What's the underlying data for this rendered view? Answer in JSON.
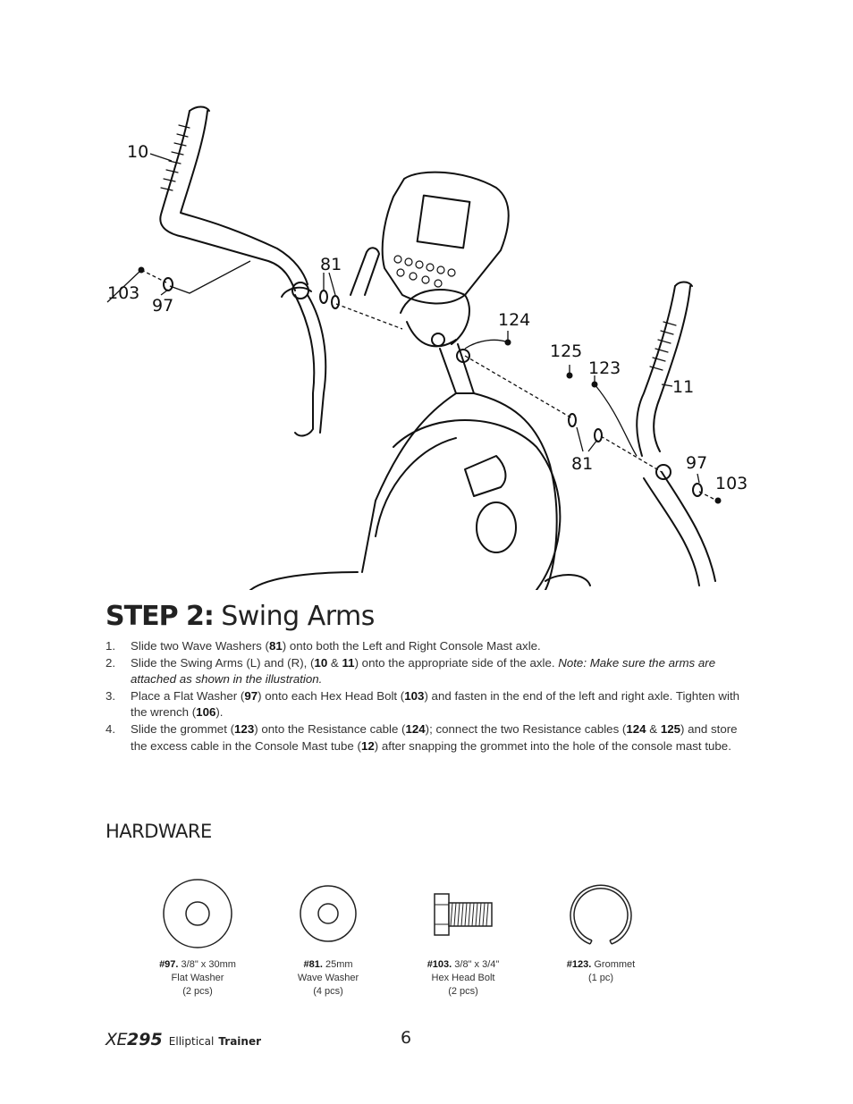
{
  "diagram": {
    "callouts": [
      "10",
      "103",
      "97",
      "81",
      "124",
      "125",
      "123",
      "11",
      "81",
      "97",
      "103"
    ]
  },
  "heading": {
    "step": "STEP 2:",
    "title": "Swing Arms"
  },
  "steps": [
    {
      "num": "1.",
      "parts": [
        {
          "t": "Slide two Wave Washers ("
        },
        {
          "t": "81",
          "b": true
        },
        {
          "t": ") onto both the Left and Right Console Mast axle."
        }
      ]
    },
    {
      "num": "2.",
      "parts": [
        {
          "t": "Slide the Swing Arms (L) and (R), ("
        },
        {
          "t": "10",
          "b": true
        },
        {
          "t": " & "
        },
        {
          "t": "11",
          "b": true
        },
        {
          "t": ") onto the appropriate side of the axle. "
        },
        {
          "t": "Note: Make sure the arms are attached as shown in the illustration.",
          "i": true
        }
      ]
    },
    {
      "num": "3.",
      "parts": [
        {
          "t": "Place a Flat Washer ("
        },
        {
          "t": "97",
          "b": true
        },
        {
          "t": ") onto each Hex Head Bolt ("
        },
        {
          "t": "103",
          "b": true
        },
        {
          "t": ") and fasten in the end of the left and right axle. Tighten with the wrench ("
        },
        {
          "t": "106",
          "b": true
        },
        {
          "t": ")."
        }
      ]
    },
    {
      "num": "4.",
      "parts": [
        {
          "t": "Slide the grommet ("
        },
        {
          "t": "123",
          "b": true
        },
        {
          "t": ") onto the Resistance cable ("
        },
        {
          "t": "124",
          "b": true
        },
        {
          "t": "); connect the two Resistance cables ("
        },
        {
          "t": "124",
          "b": true
        },
        {
          "t": " & "
        },
        {
          "t": "125",
          "b": true
        },
        {
          "t": ") and store the excess cable in the Console Mast tube ("
        },
        {
          "t": "12",
          "b": true
        },
        {
          "t": ") after snapping the grommet into the hole of the console mast tube."
        }
      ]
    }
  ],
  "hardware": {
    "title": "HARDWARE",
    "items": [
      {
        "id": "#97.",
        "spec": "3/8\" x 30mm",
        "name": "Flat Washer",
        "qty": "(2 pcs)",
        "icon": "flat-washer"
      },
      {
        "id": "#81.",
        "spec": "25mm",
        "name": "Wave Washer",
        "qty": "(4 pcs)",
        "icon": "wave-washer"
      },
      {
        "id": "#103.",
        "spec": "3/8\" x 3/4\"",
        "name": "Hex Head Bolt",
        "qty": "(2 pcs)",
        "icon": "hex-bolt"
      },
      {
        "id": "#123.",
        "spec": "Grommet",
        "name": "",
        "qty": "(1 pc)",
        "icon": "grommet"
      }
    ]
  },
  "footer": {
    "model_prefix": "XE",
    "model_num": "295",
    "word1": "Elliptical",
    "word2": "Trainer",
    "page": "6"
  }
}
